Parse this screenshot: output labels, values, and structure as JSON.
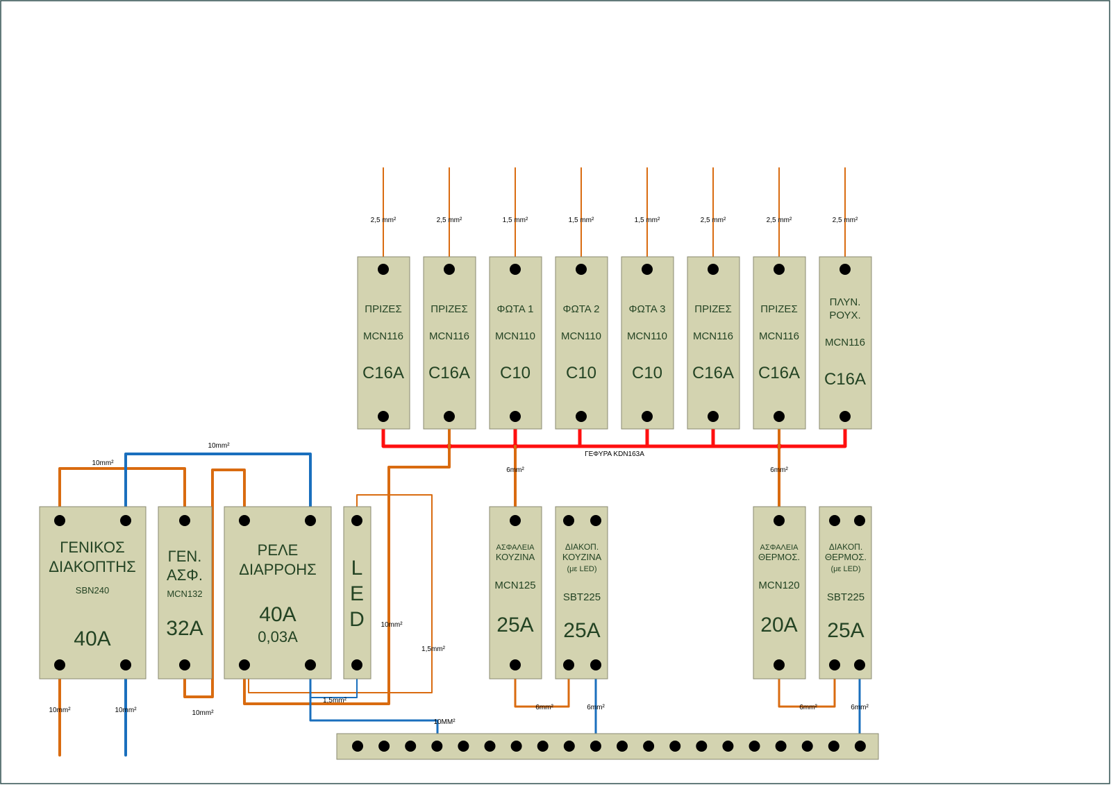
{
  "colors": {
    "box_fill": "#d3d3b0",
    "wire_phase": "#d96b10",
    "wire_neutral": "#1a6fbd",
    "bridge": "#ff0f0f",
    "terminal": "#000000",
    "label_text": "#234323"
  },
  "breakers_top": [
    {
      "name": "ΠΡΙΖΕΣ",
      "model": "MCN116",
      "rating": "C16A",
      "cable": "2,5 mm²"
    },
    {
      "name": "ΠΡΙΖΕΣ",
      "model": "MCN116",
      "rating": "C16A",
      "cable": "2,5 mm²"
    },
    {
      "name": "ΦΩΤΑ 1",
      "model": "MCN110",
      "rating": "C10",
      "cable": "1,5 mm²"
    },
    {
      "name": "ΦΩΤΑ 2",
      "model": "MCN110",
      "rating": "C10",
      "cable": "1,5 mm²"
    },
    {
      "name": "ΦΩΤΑ 3",
      "model": "MCN110",
      "rating": "C10",
      "cable": "1,5 mm²"
    },
    {
      "name": "ΠΡΙΖΕΣ",
      "model": "MCN116",
      "rating": "C16A",
      "cable": "2,5 mm²"
    },
    {
      "name": "ΠΡΙΖΕΣ",
      "model": "MCN116",
      "rating": "C16A",
      "cable": "2,5 mm²"
    },
    {
      "name_line1": "ΠΛΥΝ.",
      "name_line2": "ΡΟΥΧ.",
      "model": "MCN116",
      "rating": "C16A",
      "cable": "2,5 mm²"
    }
  ],
  "bridge_label": "ΓΕΦΥΡΑ KDN163A",
  "main_switch": {
    "line1": "ΓΕΝΙΚΟΣ",
    "line2": "ΔΙΑΚΟΠΤΗΣ",
    "model": "SBN240",
    "rating": "40A"
  },
  "main_fuse": {
    "line1": "ΓΕΝ.",
    "line2": "ΑΣΦ.",
    "model": "MCN132",
    "rating": "32A"
  },
  "rcd": {
    "line1": "ΡΕΛΕ",
    "line2": "ΔΙΑΡΡΟΗΣ",
    "rating": "40A",
    "sensitivity": "0,03A"
  },
  "led": {
    "letters": [
      "L",
      "E",
      "D"
    ]
  },
  "kitchen_fuse": {
    "line1": "ΑΣΦΑΛΕΙΑ",
    "line2": "ΚΟΥΖΙΝΑ",
    "model": "MCN125",
    "rating": "25A"
  },
  "kitchen_switch": {
    "line1": "ΔΙΑΚΟΠ.",
    "line2": "ΚΟΥΖΙΝΑ",
    "line3": "(με LED)",
    "model": "SBT225",
    "rating": "25A"
  },
  "heater_fuse": {
    "line1": "ΑΣΦΑΛΕΙΑ",
    "line2": "ΘΕΡΜΟΣ.",
    "model": "MCN120",
    "rating": "20A"
  },
  "heater_switch": {
    "line1": "ΔΙΑΚΟΠ.",
    "line2": "ΘΕΡΜΟΣ.",
    "line3": "(με LED)",
    "model": "SBT225",
    "rating": "25A"
  },
  "cable_labels": {
    "top_phase_link": "10mm²",
    "top_neutral_link": "10mm²",
    "incoming_phase": "10mm²",
    "incoming_neutral": "10mm²",
    "fuse_to_rcd": "10mm²",
    "rcd_to_bridge": "10mm²",
    "led_feed": "1,5mm²",
    "led_neutral": "1,5mm²",
    "rcd_neutral_bus": "10MM²",
    "bridge_to_kitchen": "6mm²",
    "bridge_to_heater": "6mm²",
    "kitchen_link": "6mm²",
    "kitchen_neutral": "6mm²",
    "heater_link": "6mm²",
    "heater_neutral": "6mm²"
  }
}
